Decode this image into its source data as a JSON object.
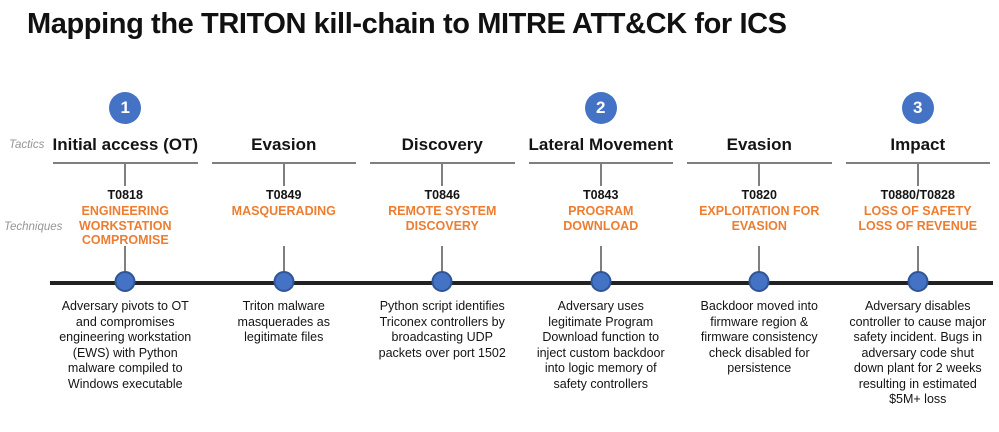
{
  "title": "Mapping the TRITON kill-chain to MITRE ATT&CK for ICS",
  "row_labels": {
    "tactics": "Tactics",
    "techniques": "Techniques"
  },
  "colors": {
    "step_circle_blue": "#4472C4",
    "dot_border_blue": "#2F5597",
    "technique_orange": "#ED7D31",
    "connector_gray": "#7f7f7f",
    "timeline_black": "#222222"
  },
  "columns": [
    {
      "step": "1",
      "tactic": "Initial access (OT)",
      "technique_id": "T0818",
      "technique_name": "ENGINEERING\nWORKSTATION\nCOMPROMISE",
      "description": "Adversary pivots to OT\nand compromises\nengineering workstation\n(EWS) with Python\nmalware compiled to\nWindows executable"
    },
    {
      "step": "",
      "tactic": "Evasion",
      "technique_id": "T0849",
      "technique_name": "MASQUERADING",
      "description": "Triton malware\nmasquerades as\nlegitimate files"
    },
    {
      "step": "",
      "tactic": "Discovery",
      "technique_id": "T0846",
      "technique_name": "REMOTE SYSTEM\nDISCOVERY",
      "description": "Python script identifies\nTriconex controllers by\nbroadcasting UDP\npackets over port 1502"
    },
    {
      "step": "2",
      "tactic": "Lateral Movement",
      "technique_id": "T0843",
      "technique_name": "PROGRAM\nDOWNLOAD",
      "description": "Adversary uses\nlegitimate Program\nDownload function to\ninject custom backdoor\ninto logic memory of\nsafety controllers"
    },
    {
      "step": "",
      "tactic": "Evasion",
      "technique_id": "T0820",
      "technique_name": "EXPLOITATION FOR\nEVASION",
      "description": "Backdoor moved into\nfirmware region &\nfirmware consistency\ncheck disabled for\npersistence"
    },
    {
      "step": "3",
      "tactic": "Impact",
      "technique_id": "T0880/T0828",
      "technique_name": "LOSS OF SAFETY\nLOSS OF REVENUE",
      "description": "Adversary disables\ncontroller to cause major\nsafety incident. Bugs in\nadversary code shut\ndown plant for 2 weeks\nresulting in estimated\n$5M+ loss"
    }
  ]
}
